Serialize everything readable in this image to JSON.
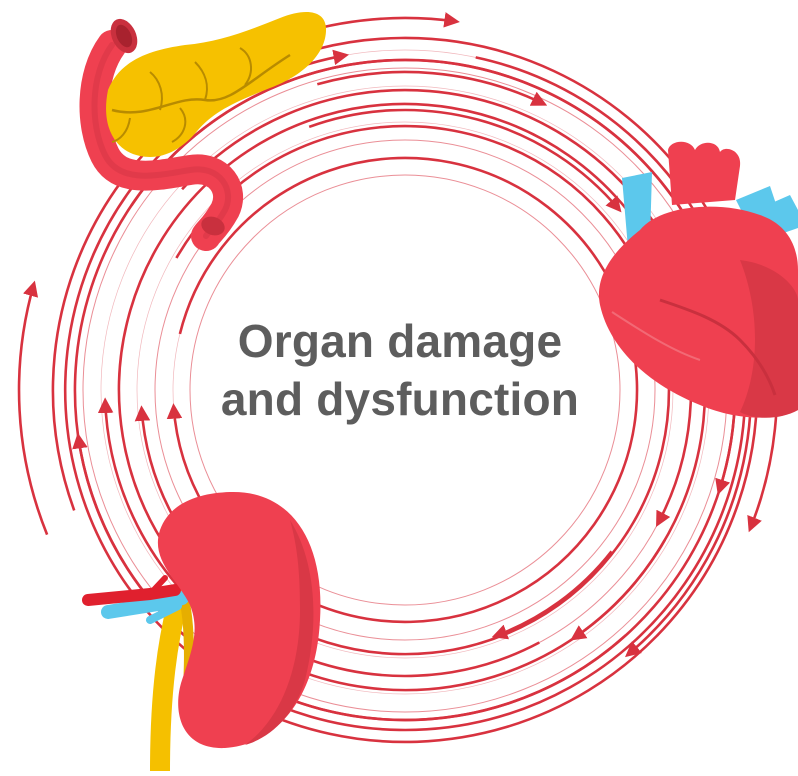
{
  "diagram": {
    "title_line_1": "Organ damage",
    "title_line_2": "and dysfunction",
    "colors": {
      "arrow": "#d8323f",
      "organ_red": "#ef4050",
      "organ_dark_red": "#c9303e",
      "pancreas_yellow": "#f6c100",
      "vessel_blue": "#5cc8ec",
      "ureter_yellow": "#f5c000",
      "title_gray": "#5d5d5d"
    },
    "organs": [
      {
        "id": "pancreas",
        "icon": "pancreas-icon"
      },
      {
        "id": "heart",
        "icon": "heart-icon"
      },
      {
        "id": "kidney",
        "icon": "kidney-icon"
      }
    ]
  }
}
